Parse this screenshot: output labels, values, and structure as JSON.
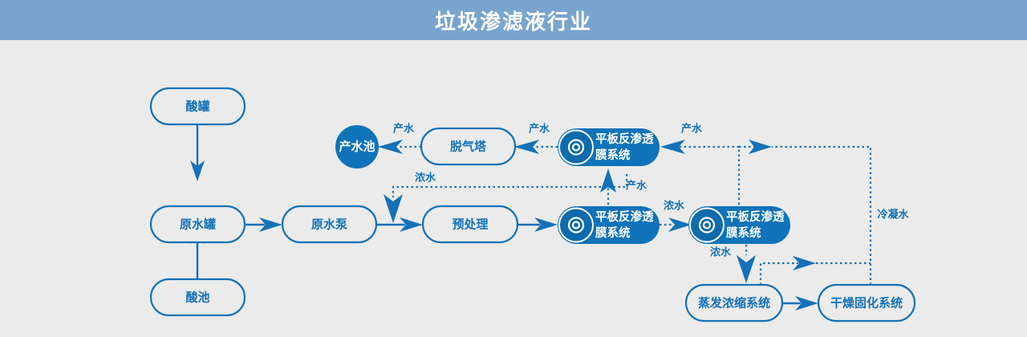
{
  "header": {
    "title": "垃圾渗滤液行业",
    "bar_color": "#78a4ce"
  },
  "theme": {
    "background": "#ebebeb",
    "accent": "#1371b8",
    "solid_fill": "#1073b9",
    "text_on_solid": "#ffffff"
  },
  "diagram": {
    "type": "process-flow",
    "nodes": [
      {
        "id": "acid_tank",
        "label": "酸罐",
        "shape": "pill",
        "style": "outline"
      },
      {
        "id": "raw_water_tank",
        "label": "原水罐",
        "shape": "pill",
        "style": "outline"
      },
      {
        "id": "acid_pool",
        "label": "酸池",
        "shape": "pill",
        "style": "outline"
      },
      {
        "id": "raw_water_pump",
        "label": "原水泵",
        "shape": "pill",
        "style": "outline"
      },
      {
        "id": "pretreatment",
        "label": "预处理",
        "shape": "pill",
        "style": "outline"
      },
      {
        "id": "degas_tower",
        "label": "脱气塔",
        "shape": "pill",
        "style": "outline"
      },
      {
        "id": "product_pool",
        "label": "产水池",
        "shape": "circle",
        "style": "solid"
      },
      {
        "id": "ro_top",
        "label_line1": "平板反渗透",
        "label_line2": "膜系统",
        "shape": "pill-icon",
        "style": "solid",
        "icon": "ro-membrane-icon"
      },
      {
        "id": "ro_mid",
        "label_line1": "平板反渗透",
        "label_line2": "膜系统",
        "shape": "pill-icon",
        "style": "solid",
        "icon": "ro-membrane-icon"
      },
      {
        "id": "ro_right",
        "label_line1": "平板反渗透",
        "label_line2": "膜系统",
        "shape": "pill-icon",
        "style": "solid",
        "icon": "ro-membrane-icon"
      },
      {
        "id": "evaporator",
        "label": "蒸发浓缩系统",
        "shape": "pill",
        "style": "outline"
      },
      {
        "id": "dryer",
        "label": "干燥固化系统",
        "shape": "pill",
        "style": "outline"
      }
    ],
    "edge_labels": {
      "product_water": "产水",
      "concentrate": "浓水",
      "condensate": "冷凝水"
    },
    "edges": [
      {
        "from": "acid_tank",
        "to": "raw_water_tank",
        "style": "solid",
        "label": ""
      },
      {
        "from": "acid_pool",
        "to": "raw_water_tank",
        "style": "solid",
        "label": ""
      },
      {
        "from": "raw_water_tank",
        "to": "raw_water_pump",
        "style": "solid",
        "label": ""
      },
      {
        "from": "raw_water_pump",
        "to": "pretreatment",
        "style": "solid",
        "label": ""
      },
      {
        "from": "pretreatment",
        "to": "ro_mid",
        "style": "solid",
        "label": ""
      },
      {
        "from": "ro_mid",
        "to": "ro_top",
        "style": "dotted",
        "label": "产水"
      },
      {
        "from": "ro_mid",
        "to": "ro_right",
        "style": "dotted",
        "label": "浓水"
      },
      {
        "from": "ro_top",
        "to": "degas_tower",
        "style": "dotted",
        "label": "产水"
      },
      {
        "from": "degas_tower",
        "to": "product_pool",
        "style": "dotted",
        "label": "产水"
      },
      {
        "from": "ro_top",
        "to": "pretreatment",
        "style": "dotted",
        "label": "浓水"
      },
      {
        "from": "ro_right",
        "to": "ro_top",
        "style": "dotted",
        "label": "产水"
      },
      {
        "from": "ro_right",
        "to": "evaporator",
        "style": "dotted",
        "label": "浓水"
      },
      {
        "from": "evaporator",
        "to": "dryer",
        "style": "solid",
        "label": ""
      },
      {
        "from": "evaporator",
        "to": "ro_top",
        "style": "dotted",
        "label": ""
      },
      {
        "from": "dryer",
        "to": "ro_top",
        "style": "dotted",
        "label": "冷凝水"
      }
    ]
  }
}
